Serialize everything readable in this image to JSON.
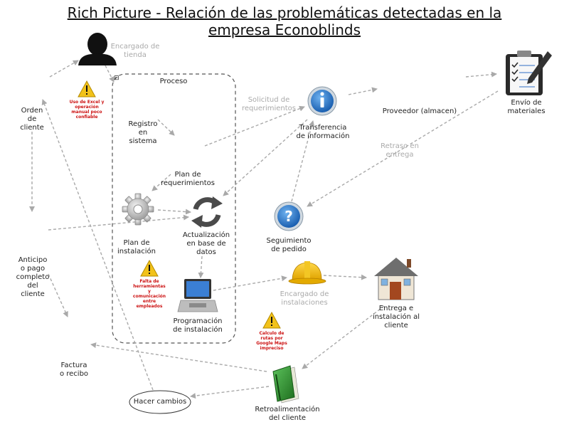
{
  "title": {
    "line1": "Rich Picture - Relación de las problemáticas detectadas en la",
    "line2": "empresa Econoblinds"
  },
  "labels": {
    "encargado_tienda": "Encargado de\ntienda",
    "proceso": "Proceso",
    "orden_cliente": "Orden\nde\ncliente",
    "registro": "Registro\nen\nsistema",
    "solicitud": "Solicitud de\nrequerimientos",
    "transferencia": "Transferencia\nde información",
    "proveedor": "Proveedor (almacen)",
    "envio": "Envío de\nmateriales",
    "retraso": "Retraso en\nentrega",
    "plan_requerimientos": "Plan de\nrequerimientos",
    "seguimiento": "Seguimiento\nde pedido",
    "plan_instalacion": "Plan de\ninstalación",
    "actualizacion": "Actualización\nen base de\ndatos",
    "anticipo": "Anticipo\no pago\ncompleto\ndel\ncliente",
    "encargado_instalaciones": "Encargado de\ninstalaciones",
    "entrega": "Entrega e\ninstalación al\ncliente",
    "programacion": "Programación\nde instalación",
    "factura": "Factura\no recibo",
    "hacer_cambios": "Hacer cambios",
    "retroalimentacion": "Retroalimentación\ndel cliente",
    "collapse_marker": "⊟"
  },
  "warnings": {
    "excel": "Uso de Excel y\noperación\nmanual poco\nconfiable",
    "herramientas": "Falta de\nherramientas\ny\ncomunicación\nentre\nempleados",
    "rutas": "Calculo de\nrutas por\nGoogle Maps\nimpreciso"
  },
  "icons": {
    "person": "person-silhouette-icon",
    "info": "info-icon",
    "clipboard": "clipboard-checklist-icon",
    "question": "question-icon",
    "gear": "gear-icon",
    "sync": "sync-arrows-icon",
    "laptop": "laptop-icon",
    "hardhat": "hard-hat-icon",
    "house": "house-icon",
    "book": "green-book-icon",
    "warning": "warning-triangle-icon"
  },
  "colors": {
    "arrow": "#a9a9a9",
    "warning_text": "#cc1111",
    "warning_fill": "#f2c21a",
    "info_blue": "#1f6fc4",
    "book_green": "#2f8a2f"
  }
}
